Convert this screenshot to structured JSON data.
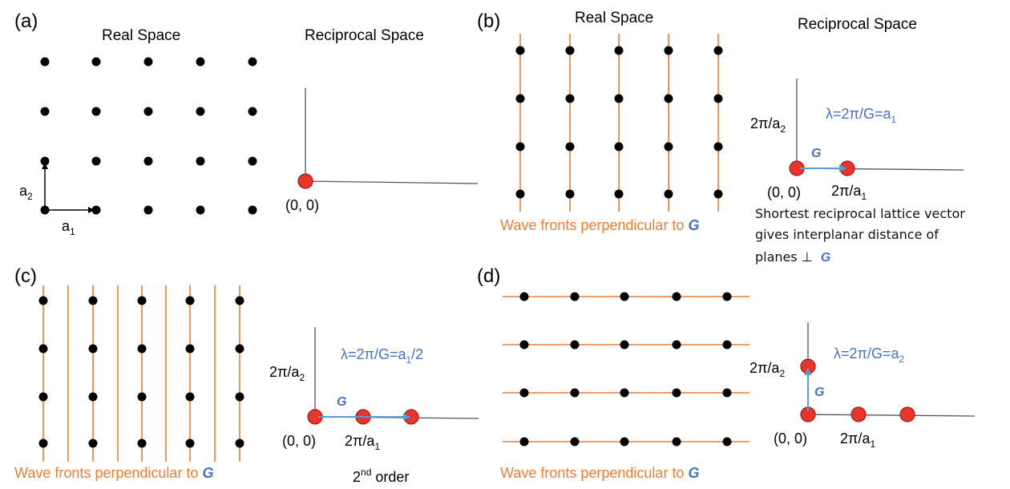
{
  "colors": {
    "lattice_point": "#000000",
    "reciprocal_point": "#e8342a",
    "reciprocal_point_edge": "#a01818",
    "wave_front": "#ed7d31",
    "vector": "#5b9bd5",
    "blue_text": "#4472c4",
    "orange_text": "#ed7d31",
    "axis": "#555555"
  },
  "panels": {
    "a": {
      "tag": "(a)",
      "real_title": "Real Space",
      "reciprocal_title": "Reciprocal Space",
      "a1_label": "a",
      "a1_sub": "1",
      "a2_label": "a",
      "a2_sub": "2",
      "origin_label": "(0, 0)"
    },
    "b": {
      "tag": "(b)",
      "real_title": "Real Space",
      "reciprocal_title": "Reciprocal Space",
      "lambda_text": "λ=2π/G=a",
      "lambda_sub": "1",
      "y_label": "2π/a",
      "y_sub": "2",
      "g_label": "G",
      "origin_label": "(0, 0)",
      "x_label": "2π/a",
      "x_sub": "1",
      "caption": "Wave fronts perpendicular to ",
      "caption_g": "G",
      "note_line1": "Shortest reciprocal lattice vector",
      "note_line2": "gives interplanar distance of",
      "note_line3": "planes ⊥",
      "note_g": "G"
    },
    "c": {
      "tag": "(c)",
      "lambda_text": "λ=2π/G=a",
      "lambda_sub": "1",
      "lambda_tail": "/2",
      "y_label": "2π/a",
      "y_sub": "2",
      "g_label": "G",
      "origin_label": "(0, 0)",
      "x_label": "2π/a",
      "x_sub": "1",
      "caption": "Wave fronts perpendicular to ",
      "caption_g": "G",
      "order_num": "2",
      "order_sup": "nd",
      "order_word": " order"
    },
    "d": {
      "tag": "(d)",
      "lambda_text": "λ=2π/G=a",
      "lambda_sub": "2",
      "y_label": "2π/a",
      "y_sub": "2",
      "g_label": "G",
      "origin_label": "(0, 0)",
      "x_label": "2π/a",
      "x_sub": "1",
      "caption": "Wave fronts perpendicular to ",
      "caption_g": "G"
    }
  }
}
